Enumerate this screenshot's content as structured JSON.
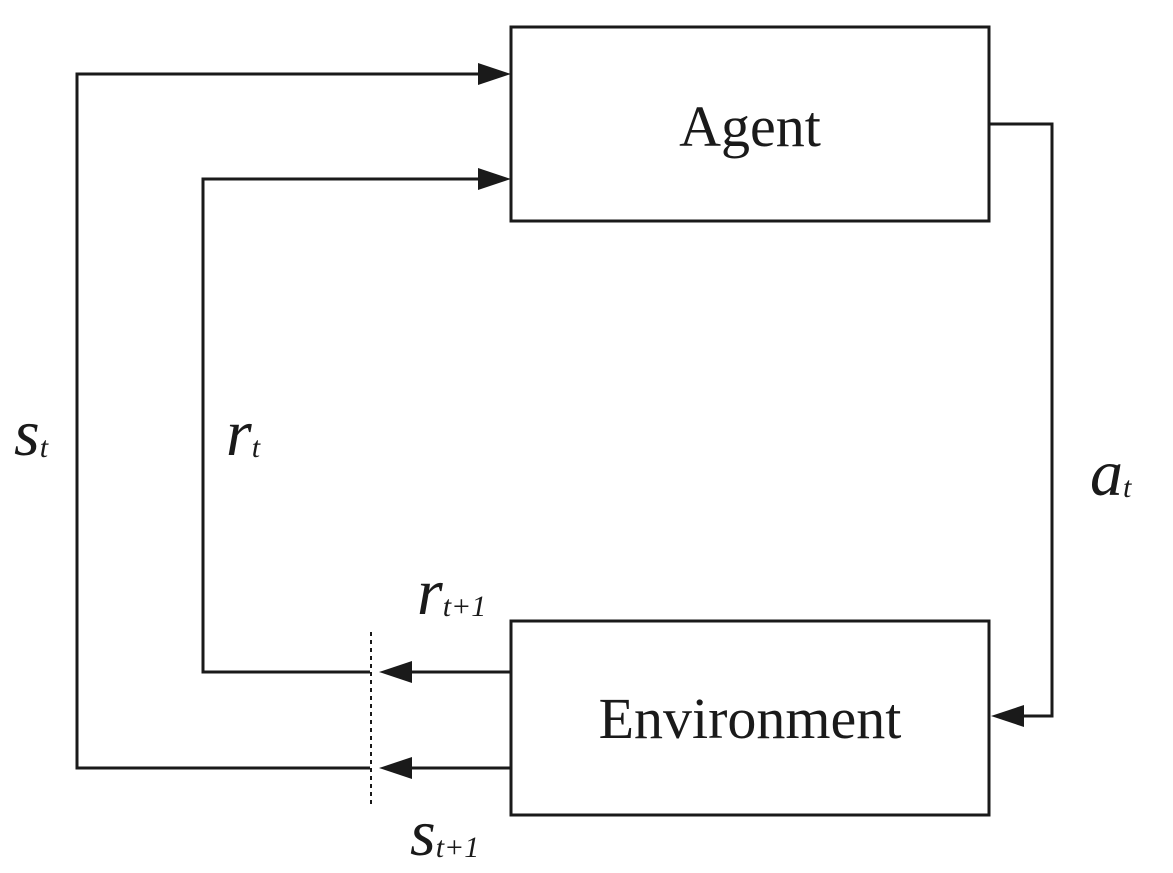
{
  "nodes": {
    "agent": {
      "label": "Agent"
    },
    "environment": {
      "label": "Environment"
    }
  },
  "signals": {
    "state_t": {
      "symbol": "s",
      "subscript": "t"
    },
    "reward_t": {
      "symbol": "r",
      "subscript": "t"
    },
    "action_t": {
      "symbol": "a",
      "subscript": "t"
    },
    "reward_next": {
      "symbol": "r",
      "subscript": "t+1"
    },
    "state_next": {
      "symbol": "s",
      "subscript": "t+1"
    }
  },
  "colors": {
    "stroke": "#1a1a1a",
    "background": "#ffffff"
  }
}
